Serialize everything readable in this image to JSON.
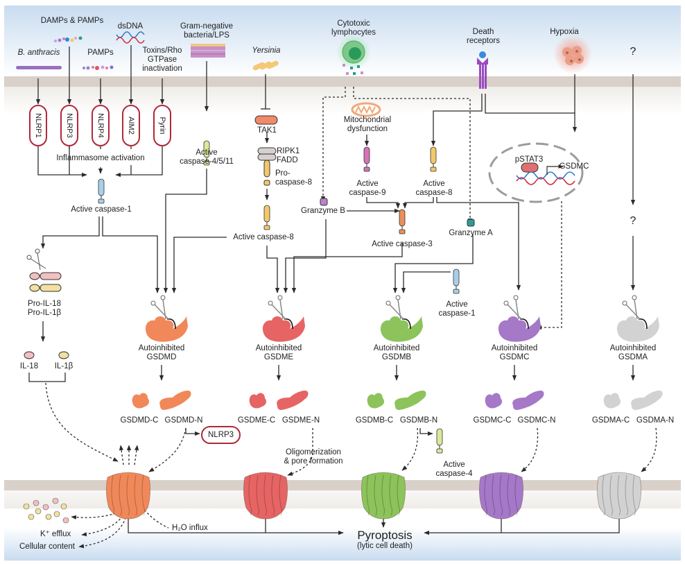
{
  "title": "Gasdermin activation pathways leading to pyroptosis",
  "stimuli": {
    "damps_pamps": "DAMPs & PAMPs",
    "dsdna": "dsDNA",
    "gram_neg": [
      "Gram-negative",
      "bacteria/LPS"
    ],
    "b_anthracis": "B. anthracis",
    "pamps": "PAMPs",
    "toxins": [
      "Toxins/Rho",
      "GTPase",
      "inactivation"
    ],
    "yersinia": "Yersinia",
    "ctl": [
      "Cytotoxic",
      "lymphocytes"
    ],
    "death_receptors": [
      "Death",
      "receptors"
    ],
    "hypoxia": "Hypoxia",
    "unknown": "?"
  },
  "inflammasomes": [
    "NLRP1",
    "NLRP3",
    "NLRP4",
    "AIM2",
    "Pyrin"
  ],
  "inflammasome_activation": "Inflammasome activation",
  "active_caspase1": "Active caspase-1",
  "active_caspase4511": [
    "Active",
    "caspase-4/5/11"
  ],
  "tak1": "TAK1",
  "ripk1": "RIPK1",
  "fadd": "FADD",
  "procaspase8": [
    "Pro-",
    "caspase-8"
  ],
  "active_caspase8_left": "Active caspase-8",
  "mito": [
    "Mitochondrial",
    "dysfunction"
  ],
  "active_caspase9": [
    "Active",
    "caspase-9"
  ],
  "active_caspase8_right": [
    "Active",
    "caspase-8"
  ],
  "granzyme_b": "Granzyme B",
  "granzyme_a": "Granzyme A",
  "active_caspase3": "Active caspase-3",
  "pstat3": "pSTAT3",
  "gsdmc_gene": "GSDMC",
  "second_unknown": "?",
  "pro_il": [
    "Pro-IL-18",
    "Pro-IL-1β"
  ],
  "il18": "IL-18",
  "il1b": "IL-1β",
  "active_caspase1_b": [
    "Active",
    "caspase-1"
  ],
  "gasdermins": [
    {
      "name": "GSDMD",
      "autoinhibited": [
        "Autoinhibited",
        "GSDMD"
      ],
      "c": "GSDMD-C",
      "n": "GSDMD-N",
      "color": "#f0885a"
    },
    {
      "name": "GSDME",
      "autoinhibited": [
        "Autoinhibited",
        "GSDME"
      ],
      "c": "GSDME-C",
      "n": "GSDME-N",
      "color": "#e66464"
    },
    {
      "name": "GSDMB",
      "autoinhibited": [
        "Autoinhibited",
        "GSDMB"
      ],
      "c": "GSDMB-C",
      "n": "GSDMB-N",
      "color": "#8cc35a"
    },
    {
      "name": "GSDMC",
      "autoinhibited": [
        "Autoinhibited",
        "GSDMC"
      ],
      "c": "GSDMC-C",
      "n": "GSDMC-N",
      "color": "#a578c8"
    },
    {
      "name": "GSDMA",
      "autoinhibited": [
        "Autoinhibited",
        "GSDMA"
      ],
      "c": "GSDMA-C",
      "n": "GSDMA-N",
      "color": "#d2d2d2"
    }
  ],
  "nlrp3_feedback": "NLRP3",
  "oligomerization": [
    "Oligomerization",
    "& pore formation"
  ],
  "active_caspase4": [
    "Active",
    "caspase-4"
  ],
  "h2o": "H₂O influx",
  "k_efflux": "K⁺ efflux",
  "cellular_content": "Cellular content",
  "pyroptosis": "Pyroptosis",
  "pyroptosis_sub": "(lytic cell death)",
  "colors": {
    "inflammasome_border": "#b0273a",
    "membrane": "#d9d0ca",
    "sky": "#cfe0f2",
    "caspase1": "#a9cfe8",
    "caspase4": "#dbe89a",
    "caspase8": "#f2c86a",
    "caspase9": "#d673b8",
    "caspase3": "#e8915a",
    "granzyme_b": "#b983c9",
    "granzyme_a": "#2e9a9a",
    "tak1": "#f08a6a"
  }
}
